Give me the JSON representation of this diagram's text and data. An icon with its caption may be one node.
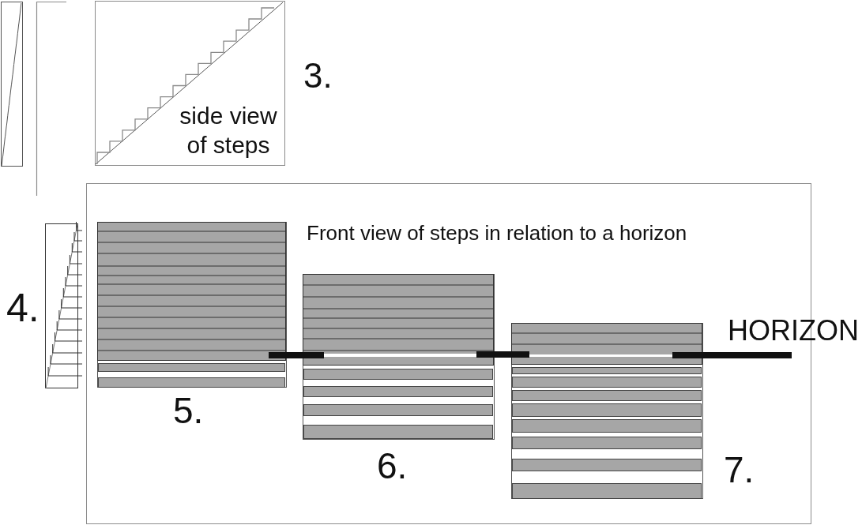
{
  "diagram": {
    "nodes": [
      {
        "text": [
          "side view of steps"
        ],
        "beside": [
          "3."
        ]
      },
      {
        "text": [
          "Front view of steps in relation to a horizon"
        ]
      }
    ],
    "labels": [
      "4.",
      "HORIZON",
      "5.",
      "6.",
      "7."
    ]
  }
}
